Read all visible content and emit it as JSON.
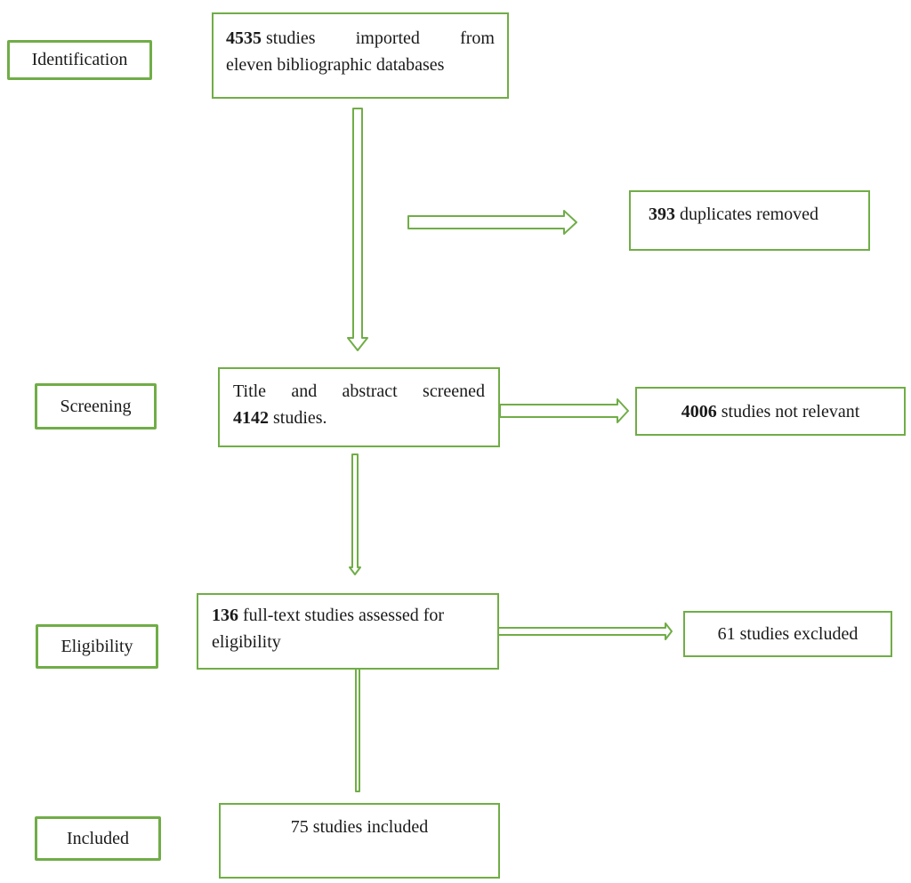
{
  "colors": {
    "accent_green": "#70ad47",
    "text": "#1a1a1a",
    "background": "#ffffff"
  },
  "stages": [
    {
      "label": "Identification"
    },
    {
      "label": "Screening"
    },
    {
      "label": "Eligibility"
    },
    {
      "label": "Included"
    }
  ],
  "boxes": {
    "imported": {
      "count": "4535",
      "line1_words": [
        "studies",
        "imported",
        "from"
      ],
      "line2": "eleven bibliographic databases"
    },
    "duplicates": {
      "count": "393",
      "text": "duplicates removed"
    },
    "screened": {
      "line1_words": [
        "Title",
        "and",
        "abstract",
        "screened"
      ],
      "count": "4142",
      "text_after": "studies."
    },
    "not_relevant": {
      "count": "4006",
      "text": "studies not relevant"
    },
    "assessed": {
      "count": "136",
      "text_line1": "full-text studies assessed for",
      "line2": "eligibility"
    },
    "excluded": {
      "text": "61 studies excluded"
    },
    "included": {
      "text": "75 studies included"
    }
  }
}
